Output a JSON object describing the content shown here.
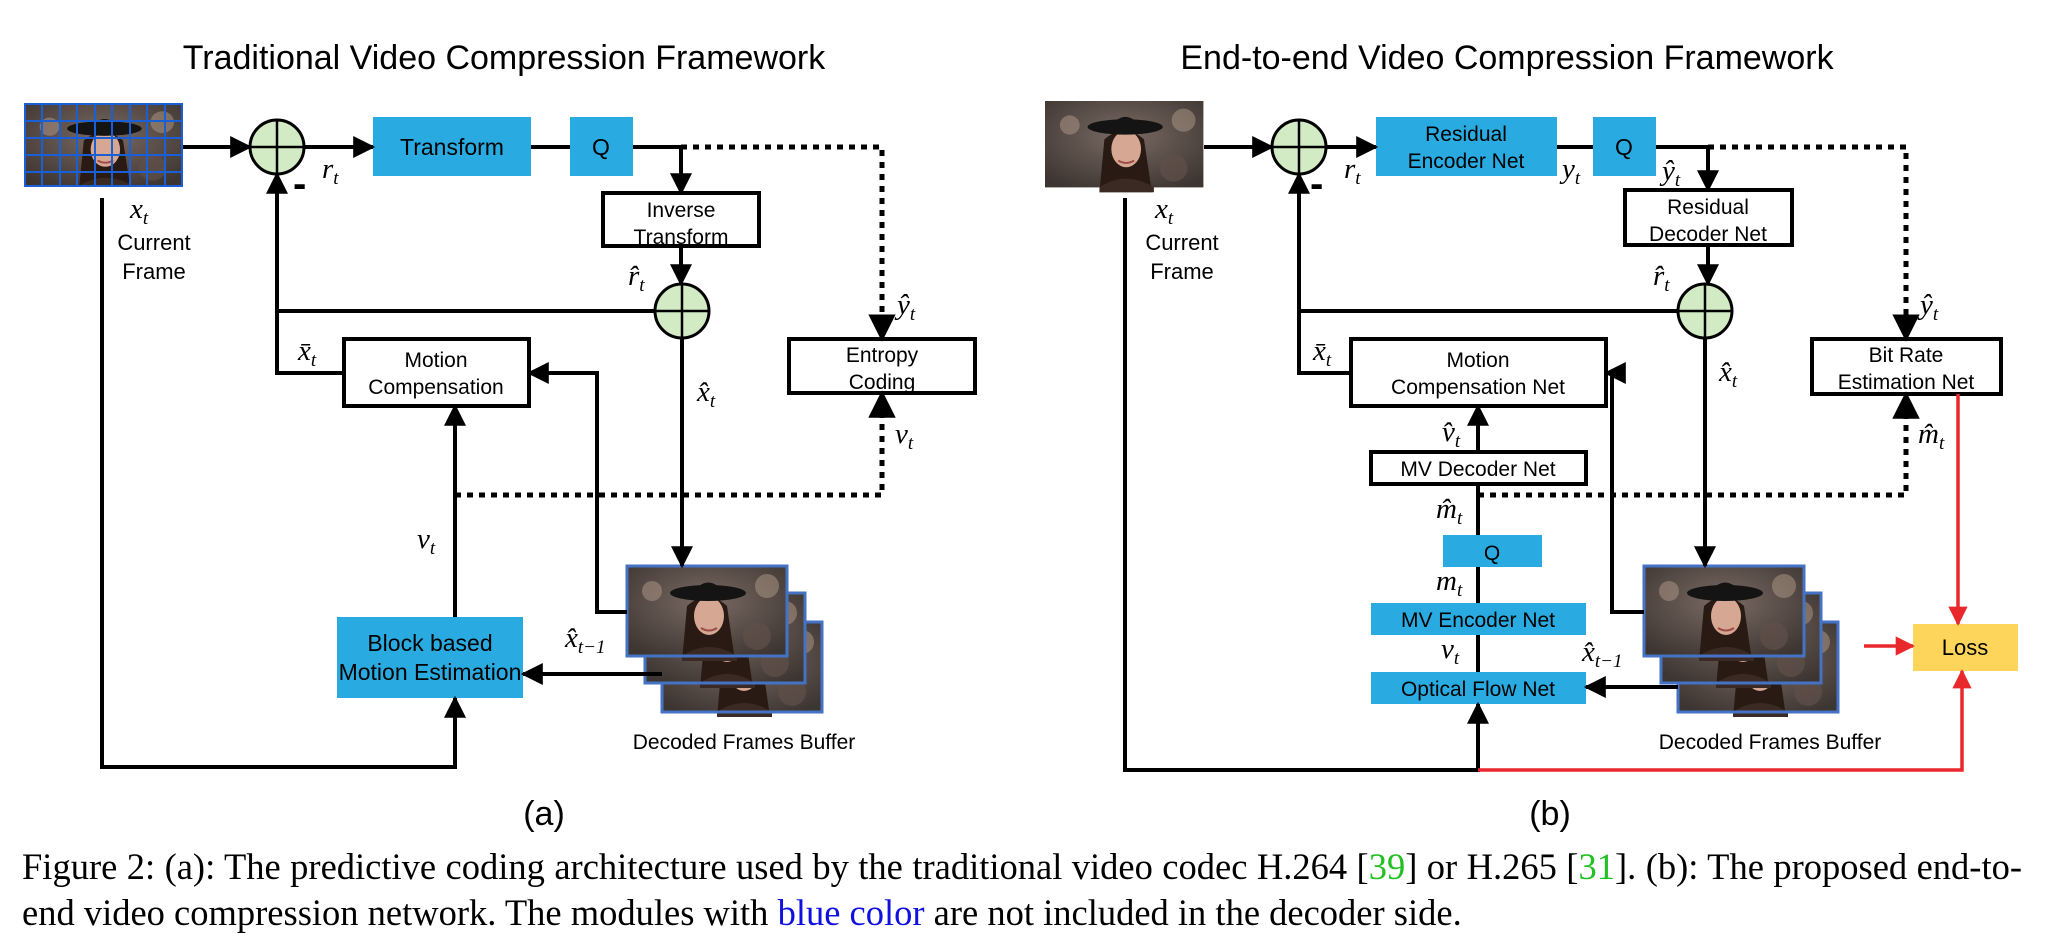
{
  "titles": {
    "left": "Traditional Video Compression Framework",
    "right": "End-to-end Video Compression Framework"
  },
  "panel_labels": {
    "a": "(a)",
    "b": "(b)"
  },
  "left": {
    "transform": "Transform",
    "q": "Q",
    "inverse_transform": [
      "Inverse",
      "Transform"
    ],
    "motion_compensation": [
      "Motion",
      "Compensation"
    ],
    "entropy_coding": [
      "Entropy",
      "Coding"
    ],
    "block_motion_estimation": [
      "Block based",
      "Motion Estimation"
    ],
    "current_frame": [
      "Current",
      "Frame"
    ],
    "buffer_label": "Decoded Frames Buffer",
    "minus": "-"
  },
  "right": {
    "residual_encoder": [
      "Residual",
      "Encoder Net"
    ],
    "q": "Q",
    "residual_decoder": [
      "Residual",
      "Decoder Net"
    ],
    "motion_compensation_net": [
      "Motion",
      "Compensation Net"
    ],
    "mv_decoder": "MV Decoder Net",
    "q2": "Q",
    "mv_encoder": "MV Encoder Net",
    "optical_flow": "Optical Flow Net",
    "bit_rate": [
      "Bit Rate",
      "Estimation Net"
    ],
    "loss": "Loss",
    "current_frame": [
      "Current",
      "Frame"
    ],
    "buffer_label": "Decoded Frames Buffer",
    "minus": "-"
  },
  "math": {
    "x": "x",
    "r": "r",
    "y": "y",
    "v": "v",
    "m": "m",
    "x_hat": "x̂",
    "r_hat": "r̂",
    "y_hat": "ŷ",
    "v_hat": "v̂",
    "m_hat": "m̂",
    "x_bar": "x̄",
    "sub_t": "t",
    "sub_t_minus_1": "t−1"
  },
  "caption": {
    "part1": "Figure 2: (a): The predictive coding architecture used by the traditional video codec H.264 [",
    "ref1": "39",
    "part2": "] or H.265 [",
    "ref2": "31",
    "part3": "]. (b): The proposed end-to-end video compression network. The modules with ",
    "blue_text": "blue color",
    "part4": " are not included in the decoder side."
  },
  "colors": {
    "module_blue": "#29abe2",
    "circle_green": "#d2ebc4",
    "loss_yellow": "#fdd55b",
    "loss_red": "#e8282b",
    "frame_border": "#4472c4",
    "grid_blue": "#1b5fd6",
    "ref_green": "#22c022",
    "caption_blue": "#1010e0"
  }
}
